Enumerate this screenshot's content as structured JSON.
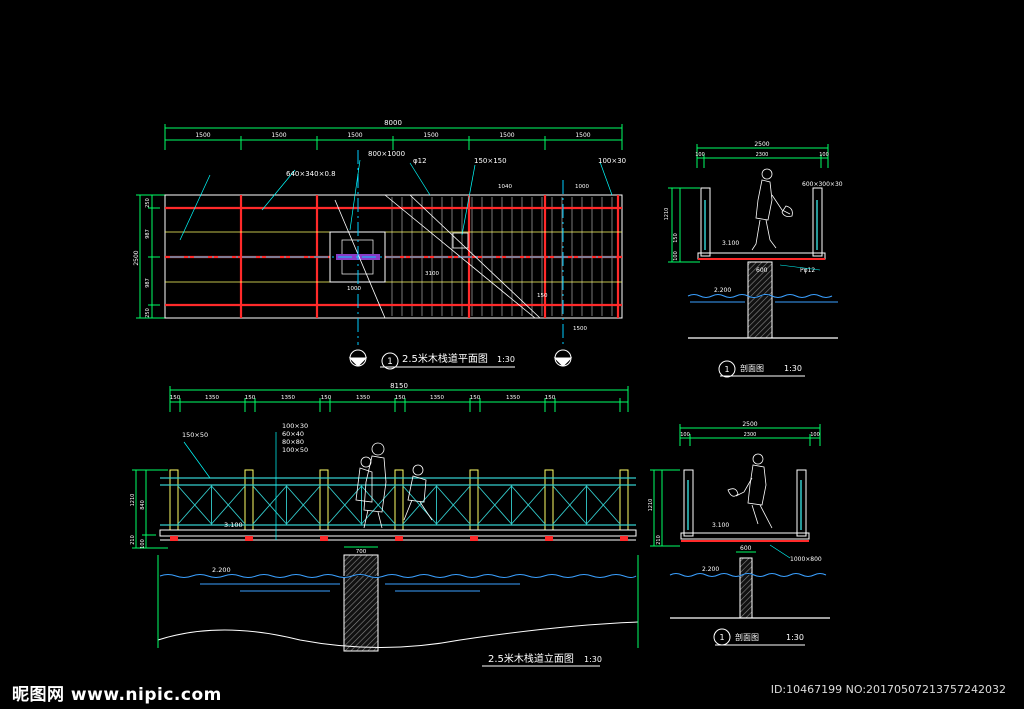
{
  "colors": {
    "background": "#000000",
    "dimension": "#00ff66",
    "structure": "#ffffff",
    "beam": "#ff2a2a",
    "centerline": "#00ccff",
    "water": "#3aa0ff",
    "post": "#ffff66",
    "railing": "#33cccc",
    "leader": "#00ffff",
    "annotation": "#ffffff"
  },
  "plan": {
    "total_width": "8000",
    "segments": [
      "1500",
      "1500",
      "1500",
      "1500",
      "1500",
      "1500"
    ],
    "height_total": "2500",
    "height_parts": [
      "250",
      "987",
      "987",
      "250"
    ],
    "notes": [
      "640×340×0.8",
      "800×1000",
      "φ12",
      "150×150",
      "100×30",
      "1040",
      "1000",
      "3100",
      "1000",
      "1500",
      "150"
    ],
    "title": "2.5米木栈道平面图",
    "scale": "1:30",
    "index": "1"
  },
  "elevation": {
    "total_width": "8150",
    "segments": [
      "150",
      "1350",
      "150",
      "1350",
      "150",
      "1350",
      "150",
      "1350",
      "150",
      "1350",
      "150"
    ],
    "notes": [
      "150×50",
      "100×30",
      "60×40",
      "80×80",
      "100×50",
      "3.100",
      "2.200",
      "700"
    ],
    "left_dims": [
      "1210",
      "840",
      "210",
      "100"
    ],
    "title": "2.5米木栈道立面图",
    "scale": "1:30"
  },
  "section_a": {
    "width_total": "2500",
    "parts": [
      "100",
      "2300",
      "100"
    ],
    "notes": [
      "600×300×30",
      "3.100",
      "2.200",
      "Pφ12",
      "600",
      "1210",
      "150",
      "100"
    ],
    "title": "剖面图",
    "scale": "1:30",
    "index": "1"
  },
  "section_b": {
    "width_total": "2500",
    "parts": [
      "100",
      "2300",
      "100"
    ],
    "notes": [
      "3.100",
      "2.200",
      "1000×800",
      "600",
      "1210",
      "210"
    ],
    "title": "剖面图",
    "scale": "1:30",
    "index": "1"
  },
  "watermark": {
    "site": "昵图网 www.nipic.com",
    "id": "ID:10467199 NO:20170507213757242032"
  }
}
